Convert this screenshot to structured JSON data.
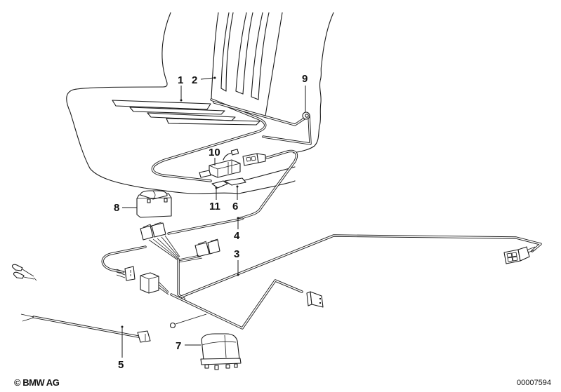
{
  "diagram": {
    "subject": "Seat heating wiring harness",
    "callouts": [
      {
        "id": "1",
        "label": "1",
        "part": "seat-cushion-heating-element"
      },
      {
        "id": "2",
        "label": "2",
        "part": "backrest-heating-element"
      },
      {
        "id": "3",
        "label": "3",
        "part": "wiring-harness-main"
      },
      {
        "id": "4",
        "label": "4",
        "part": "wiring-harness-seat"
      },
      {
        "id": "5",
        "label": "5",
        "part": "adapter-lead"
      },
      {
        "id": "6",
        "label": "6",
        "part": "bracket"
      },
      {
        "id": "7",
        "label": "7",
        "part": "relay"
      },
      {
        "id": "8",
        "label": "8",
        "part": "switch"
      },
      {
        "id": "9",
        "label": "9",
        "part": "grommet"
      },
      {
        "id": "10",
        "label": "10",
        "part": "thermostat-control-unit"
      },
      {
        "id": "11",
        "label": "11",
        "part": "clip"
      }
    ]
  },
  "footer": {
    "copyright": "© BMW AG",
    "diagram_number": "00007594"
  }
}
